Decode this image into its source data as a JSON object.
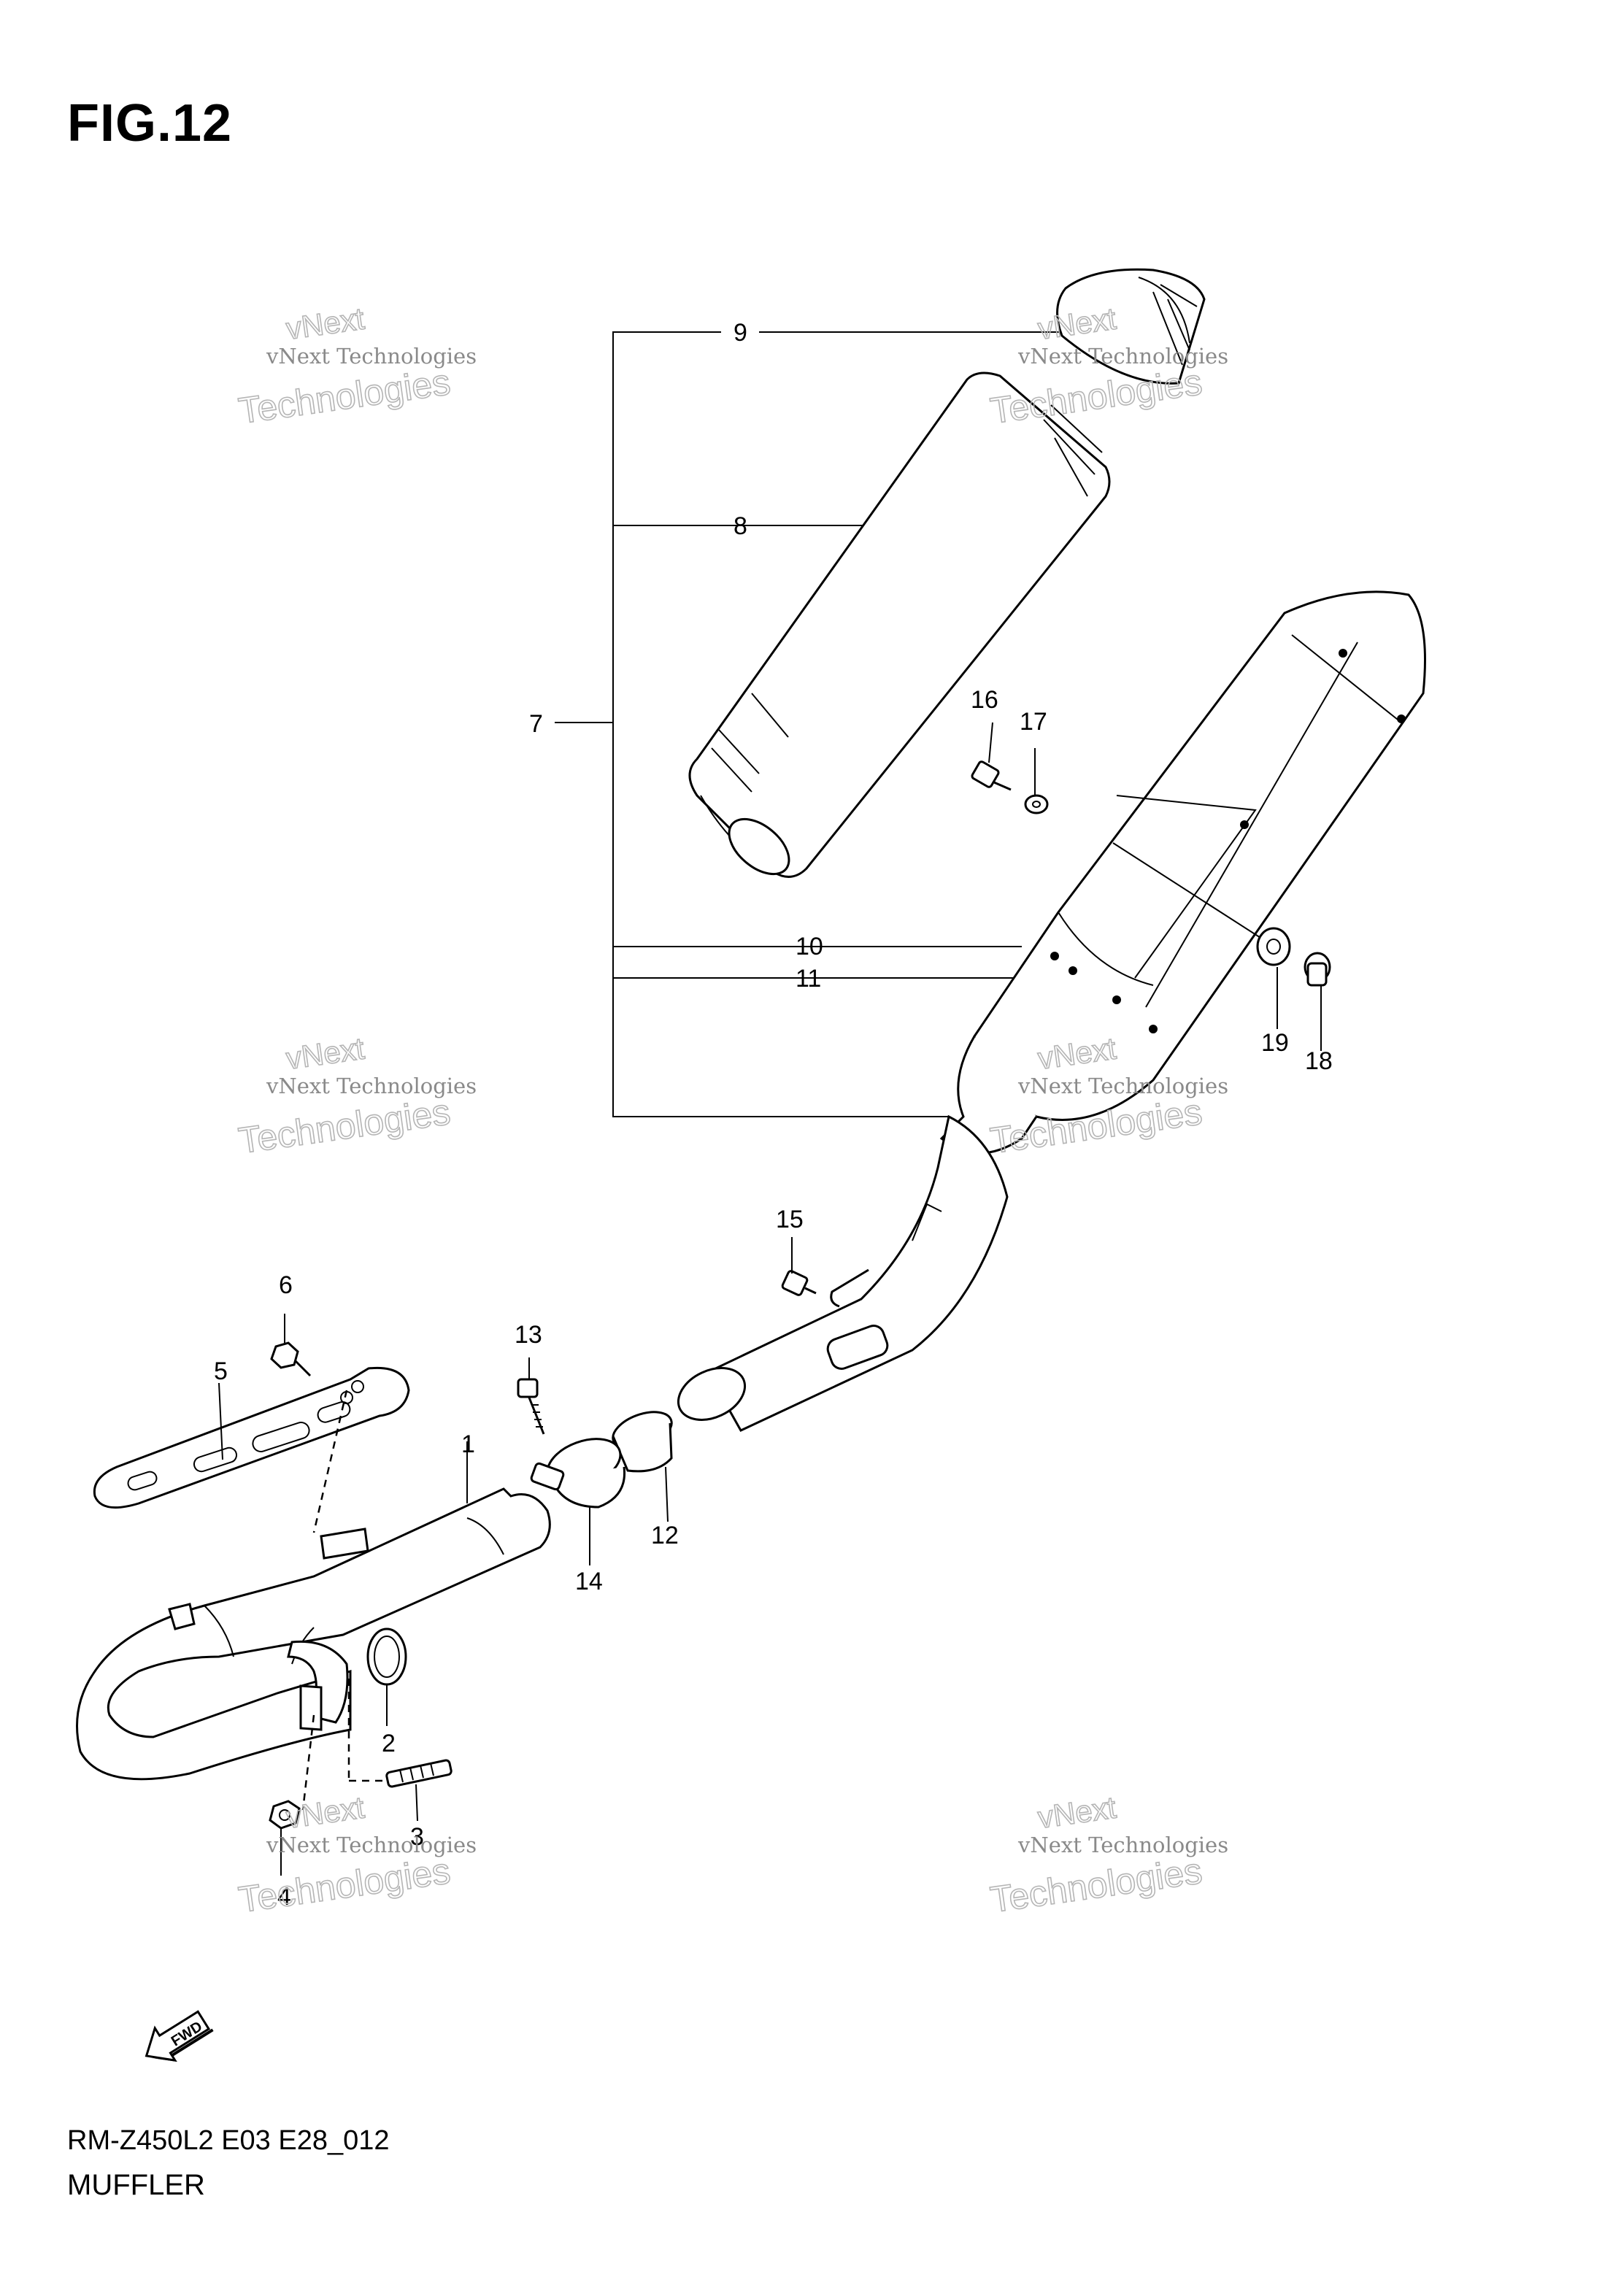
{
  "figure": {
    "title": "FIG.12",
    "model_code": "RM-Z450L2 E03 E28_012",
    "name": "MUFFLER"
  },
  "watermark": {
    "line_small": "vNext Technologies",
    "line_word1": "vNext",
    "line_word2": "Technologies"
  },
  "fwd_label": "FWD",
  "callouts": [
    "1",
    "2",
    "3",
    "4",
    "5",
    "6",
    "7",
    "8",
    "9",
    "10",
    "11",
    "12",
    "13",
    "14",
    "15",
    "16",
    "17",
    "18",
    "19"
  ]
}
